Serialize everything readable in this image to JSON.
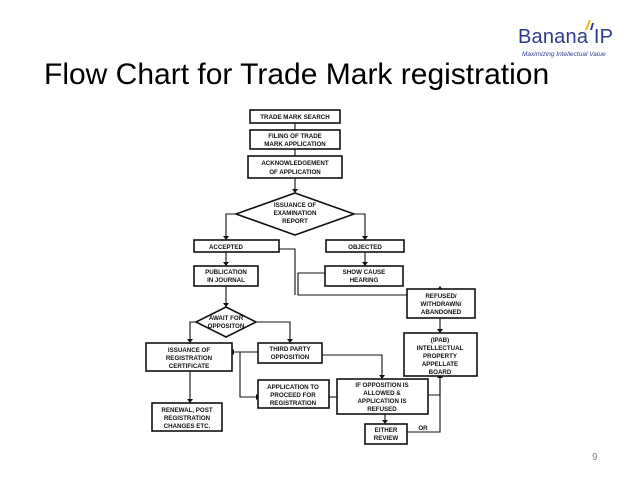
{
  "brand": {
    "name": "Banana IP",
    "tagline": "Maximizing Intellectual Value"
  },
  "title": "Flow Chart for Trade Mark registration",
  "page_number": "9",
  "flow": {
    "trade_mark_search": "TRADE MARK SEARCH",
    "filing": [
      "FILING OF TRADE",
      "MARK APPLICATION"
    ],
    "acknowledgement": [
      "ACKNOWLEDGEMENT",
      "OF APPLICATION"
    ],
    "examination": [
      "ISSUANCE OF",
      "EXAMINATION",
      "REPORT"
    ],
    "accepted": "ACCEPTED",
    "objected": "OBJECTED",
    "publication": [
      "PUBLICATION",
      "IN JOURNAL"
    ],
    "show_cause": [
      "SHOW CAUSE",
      "HEARING"
    ],
    "refused": [
      "REFUSED/",
      "WITHDRAWN/",
      "ABANDONED"
    ],
    "await": [
      "AWAIT FOR",
      "OPPOSITON"
    ],
    "ipab": [
      "(IPAB)",
      "INTELLECTUAL",
      "PROPERTY",
      "APPELLATE",
      "BOARD"
    ],
    "issuance_registration": [
      "ISSUANCE OF",
      "REGISTRATION",
      "CERTIFICATE"
    ],
    "third_party": [
      "THIRD PARTY",
      "OPPOSITION"
    ],
    "application_proceed": [
      "APPLICATION TO",
      "PROCEED FOR",
      "REGISTRATION"
    ],
    "opposition_allowed": [
      "IF OPPOSITION IS",
      "ALLOWED &",
      "APPLICATION IS",
      "REFUSED"
    ],
    "renewal": [
      "RENEWAL, POST",
      "REGISTRATION",
      "CHANGES ETC."
    ],
    "either_review": [
      "EITHER",
      "REVIEW"
    ],
    "or_label": "OR"
  }
}
